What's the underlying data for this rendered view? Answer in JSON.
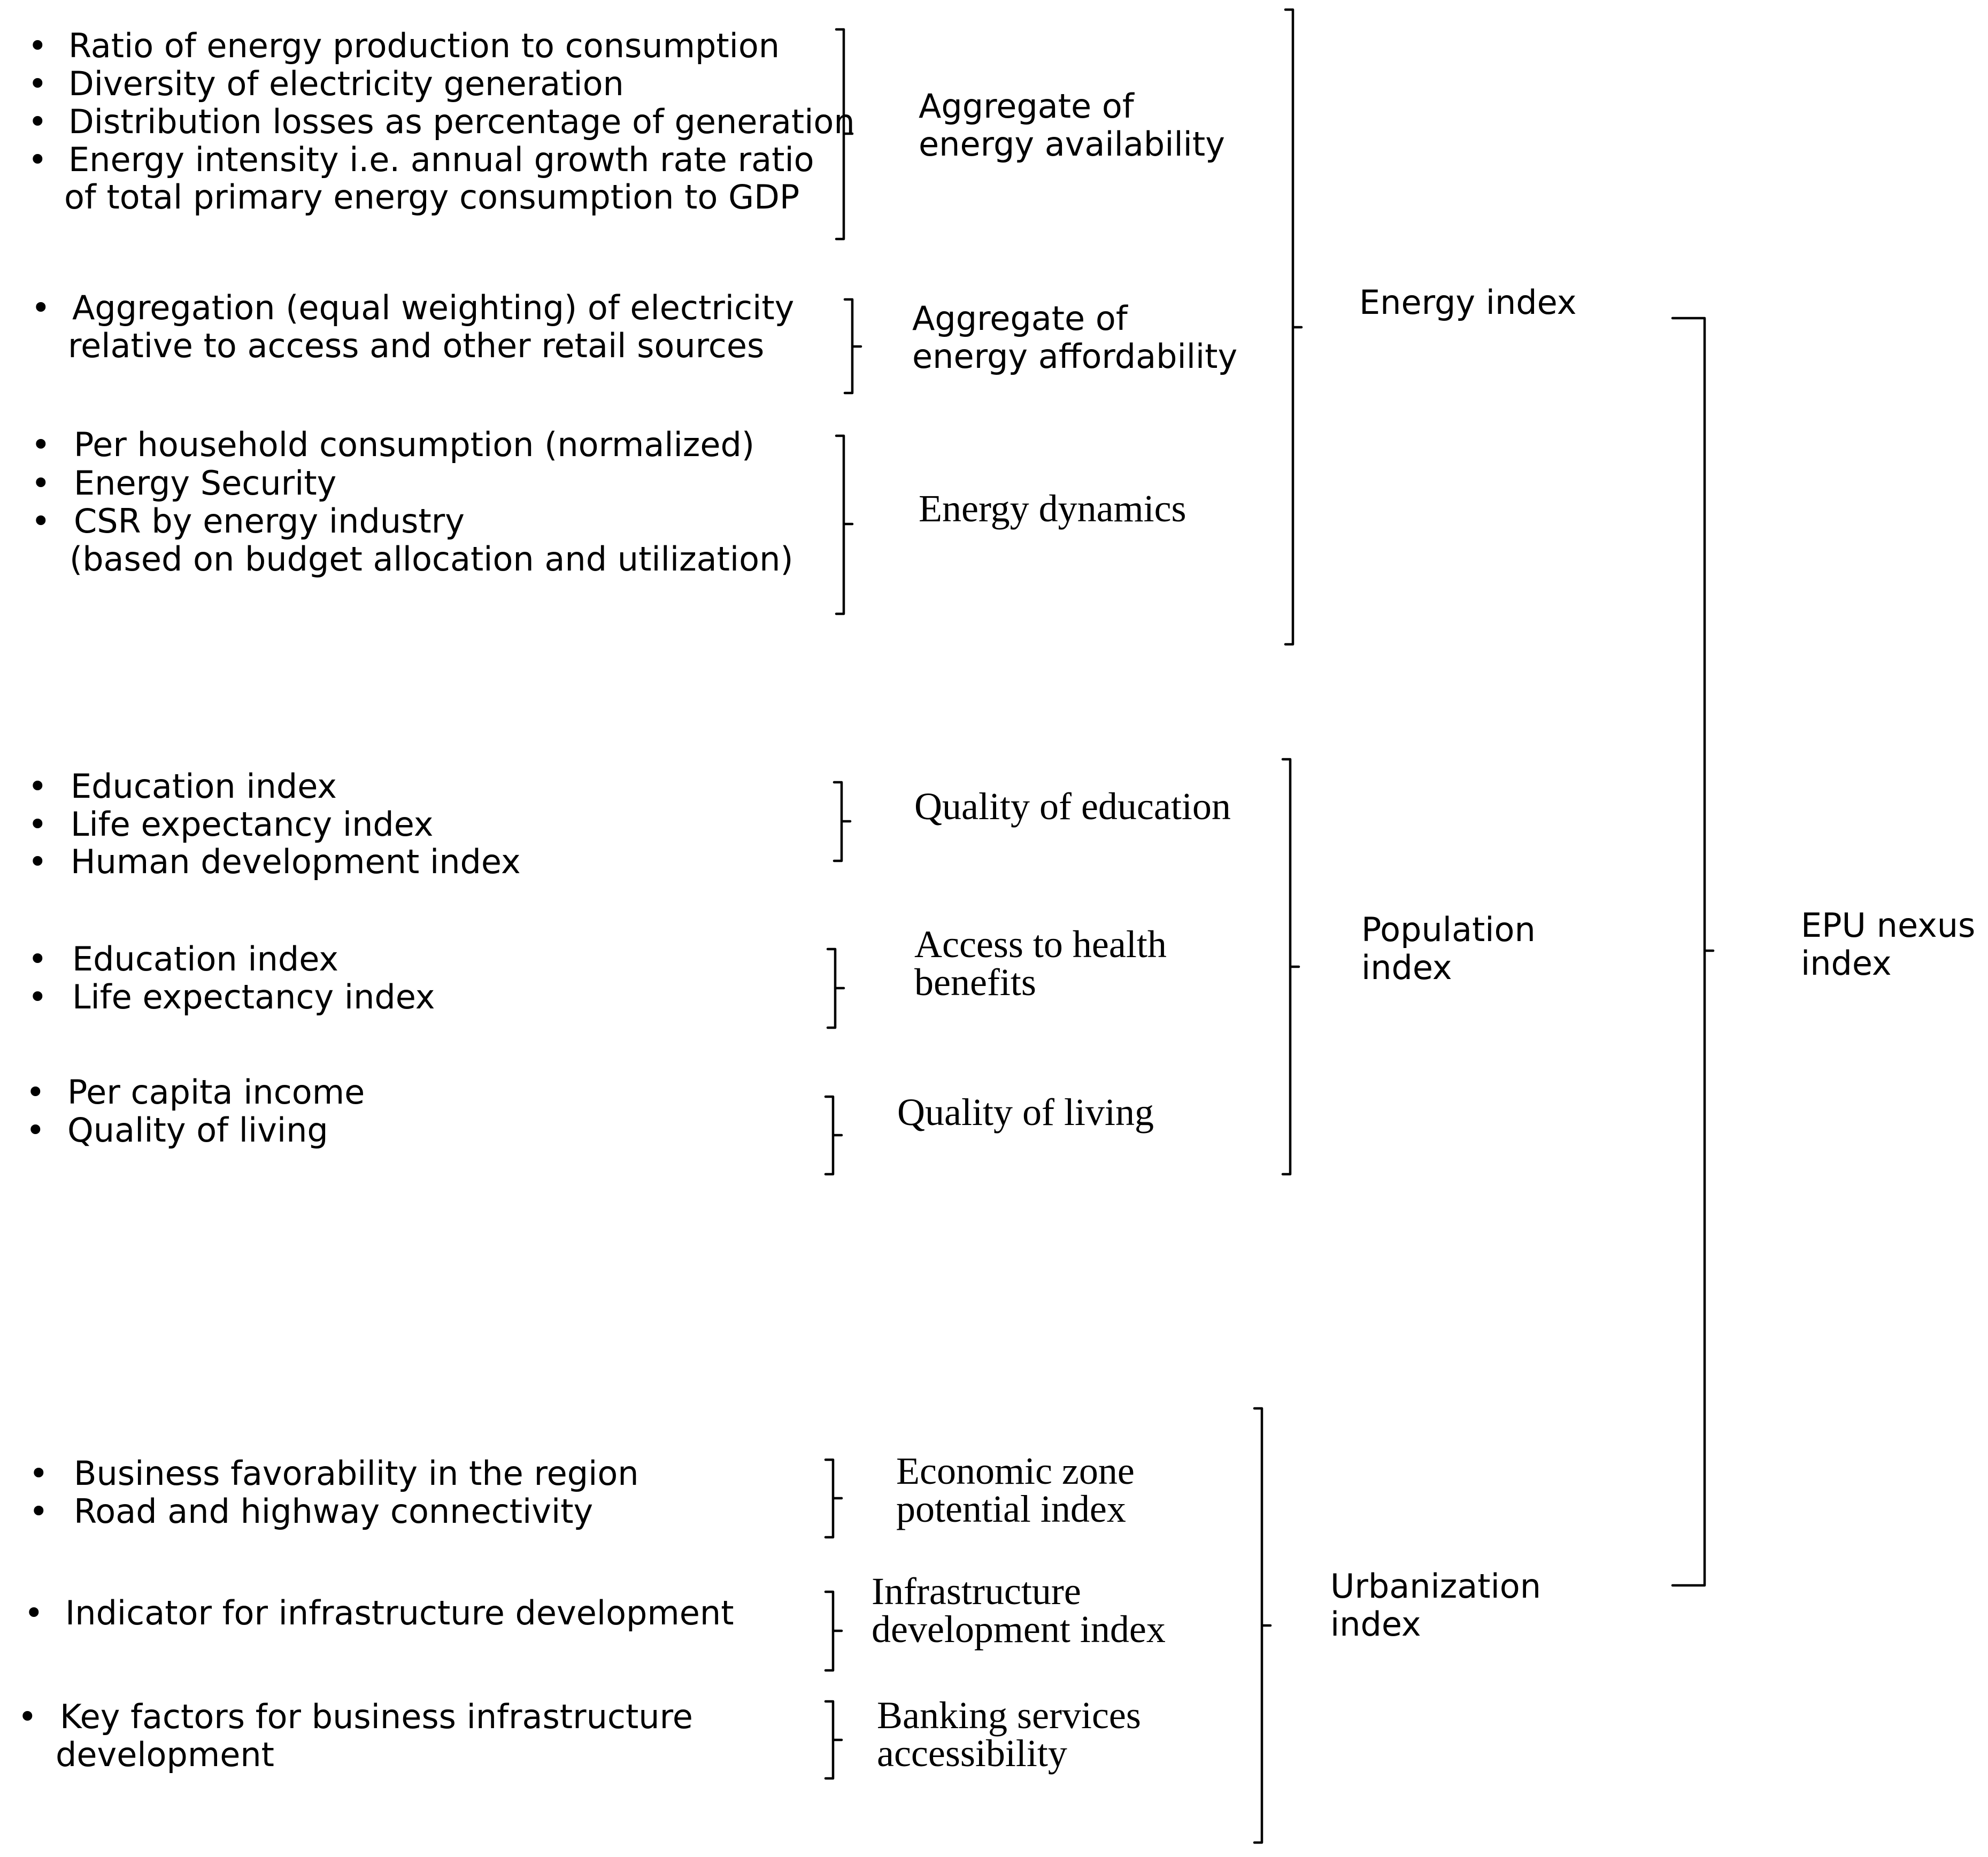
{
  "groups": [
    {
      "bullets": [
        [
          "Ratio of energy production to consumption"
        ],
        [
          "Diversity of electricity generation"
        ],
        [
          "Distribution losses as percentage of generation"
        ],
        [
          "Energy intensity i.e. annual growth rate ratio",
          "of total primary energy consumption to GDP"
        ]
      ],
      "sub_index": [
        "Aggregate of",
        "energy availability"
      ]
    },
    {
      "bullets": [
        [
          "Aggregation (equal weighting) of electricity",
          "relative to access and other retail sources"
        ]
      ],
      "sub_index": [
        "Aggregate of",
        "energy affordability"
      ]
    },
    {
      "bullets": [
        [
          "Per household consumption (normalized)"
        ],
        [
          "Energy Security"
        ],
        [
          "CSR by energy industry",
          "(based on budget allocation and utilization)"
        ]
      ],
      "sub_index": [
        "Energy dynamics"
      ]
    },
    {
      "bullets": [
        [
          "Education index"
        ],
        [
          "Life expectancy index"
        ],
        [
          "Human development index"
        ]
      ],
      "sub_index": [
        "Quality of education"
      ]
    },
    {
      "bullets": [
        [
          "Education index"
        ],
        [
          "Life expectancy index"
        ]
      ],
      "sub_index": [
        "Access to health",
        "benefits"
      ]
    },
    {
      "bullets": [
        [
          "Per capita income"
        ],
        [
          "Quality of living"
        ]
      ],
      "sub_index": [
        "Quality of living"
      ]
    },
    {
      "bullets": [
        [
          "Business favorability in the region"
        ],
        [
          "Road and highway connectivity"
        ]
      ],
      "sub_index": [
        "Economic zone",
        "potential index"
      ]
    },
    {
      "bullets": [
        [
          "Indicator for infrastructure development"
        ]
      ],
      "sub_index": [
        "Infrastructure",
        "development index"
      ]
    },
    {
      "bullets": [
        [
          "Key factors for business infrastructure",
          "development"
        ]
      ],
      "sub_index": [
        "Banking services",
        "accessibility"
      ]
    }
  ],
  "indices": [
    [
      "Energy index"
    ],
    [
      "Population",
      "index"
    ],
    [
      "Urbanization",
      "index"
    ]
  ],
  "final_index": [
    "EPU nexus",
    "index"
  ],
  "bullet_glyph": "•"
}
